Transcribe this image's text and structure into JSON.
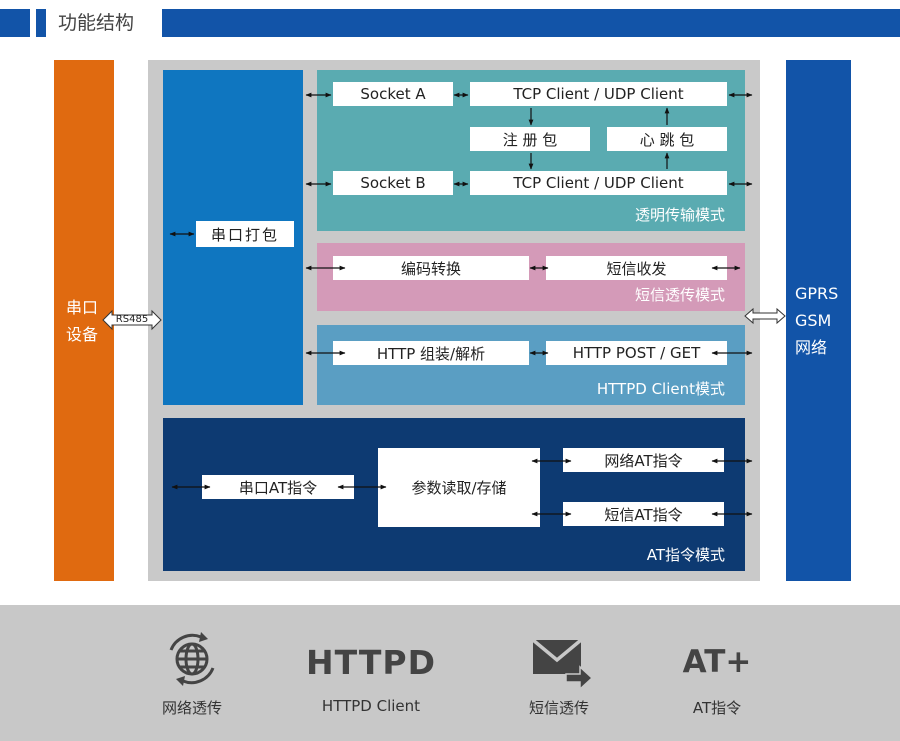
{
  "header": {
    "title": "功能结构"
  },
  "left_device": {
    "line1": "串口",
    "line2": "设备",
    "link_label": "RS485"
  },
  "right_network": {
    "line1": "GPRS",
    "line2": "GSM",
    "line3": "网络"
  },
  "packing": {
    "label": "串口打包"
  },
  "transparent": {
    "socket_a": "Socket A",
    "socket_b": "Socket B",
    "client_a": "TCP Client / UDP Client",
    "client_b": "TCP Client / UDP Client",
    "register": "注 册 包",
    "heartbeat": "心 跳 包",
    "mode_label": "透明传输模式"
  },
  "sms": {
    "encode": "编码转换",
    "sendrecv": "短信收发",
    "mode_label": "短信透传模式"
  },
  "httpd": {
    "assemble": "HTTP 组装/解析",
    "postget": "HTTP POST / GET",
    "mode_label": "HTTPD Client模式"
  },
  "at": {
    "serial_cmd": "串口AT指令",
    "params": "参数读取/存储",
    "network_cmd": "网络AT指令",
    "sms_cmd": "短信AT指令",
    "mode_label": "AT指令模式"
  },
  "footer": {
    "items": [
      {
        "icon": "globe-cycle-icon",
        "label": "网络透传"
      },
      {
        "icon": "httpd-text-icon",
        "icon_text": "HTTPD",
        "label": "HTTPD Client"
      },
      {
        "icon": "mail-forward-icon",
        "label": "短信透传"
      },
      {
        "icon": "at-plus-text-icon",
        "icon_text": "AT+",
        "label": "AT指令"
      }
    ]
  },
  "colors": {
    "orange": "#e06a10",
    "blue_bar": "#1254a8",
    "packing_blue": "#0f76c0",
    "teal": "#5aabb1",
    "pink": "#d49ab8",
    "steel": "#5a9ec3",
    "navy": "#0d3a72",
    "gray_frame": "#c9c9c9",
    "footer_bg": "#c8c8c8"
  }
}
